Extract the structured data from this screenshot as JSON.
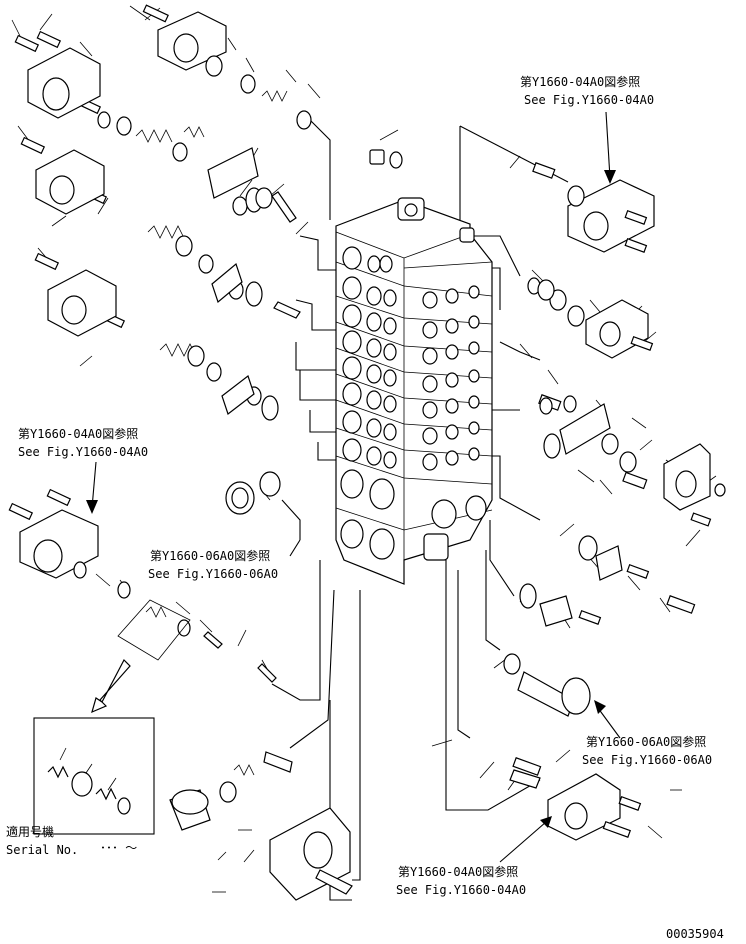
{
  "references": {
    "top_right": {
      "jp": "第Y1660-04A0図参照",
      "en": "See Fig.Y1660-04A0"
    },
    "left_mid": {
      "jp": "第Y1660-04A0図参照",
      "en": "See Fig.Y1660-04A0"
    },
    "center_mid": {
      "jp": "第Y1660-06A0図参照",
      "en": "See Fig.Y1660-06A0"
    },
    "right_low": {
      "jp": "第Y1660-06A0図参照",
      "en": "See Fig.Y1660-06A0"
    },
    "bottom_center": {
      "jp": "第Y1660-04A0図参照",
      "en": "See Fig.Y1660-04A0"
    }
  },
  "serial": {
    "jp": "適用号機",
    "en": "Serial No.",
    "range": "･･･ ～"
  },
  "drawing_number": "00035904"
}
